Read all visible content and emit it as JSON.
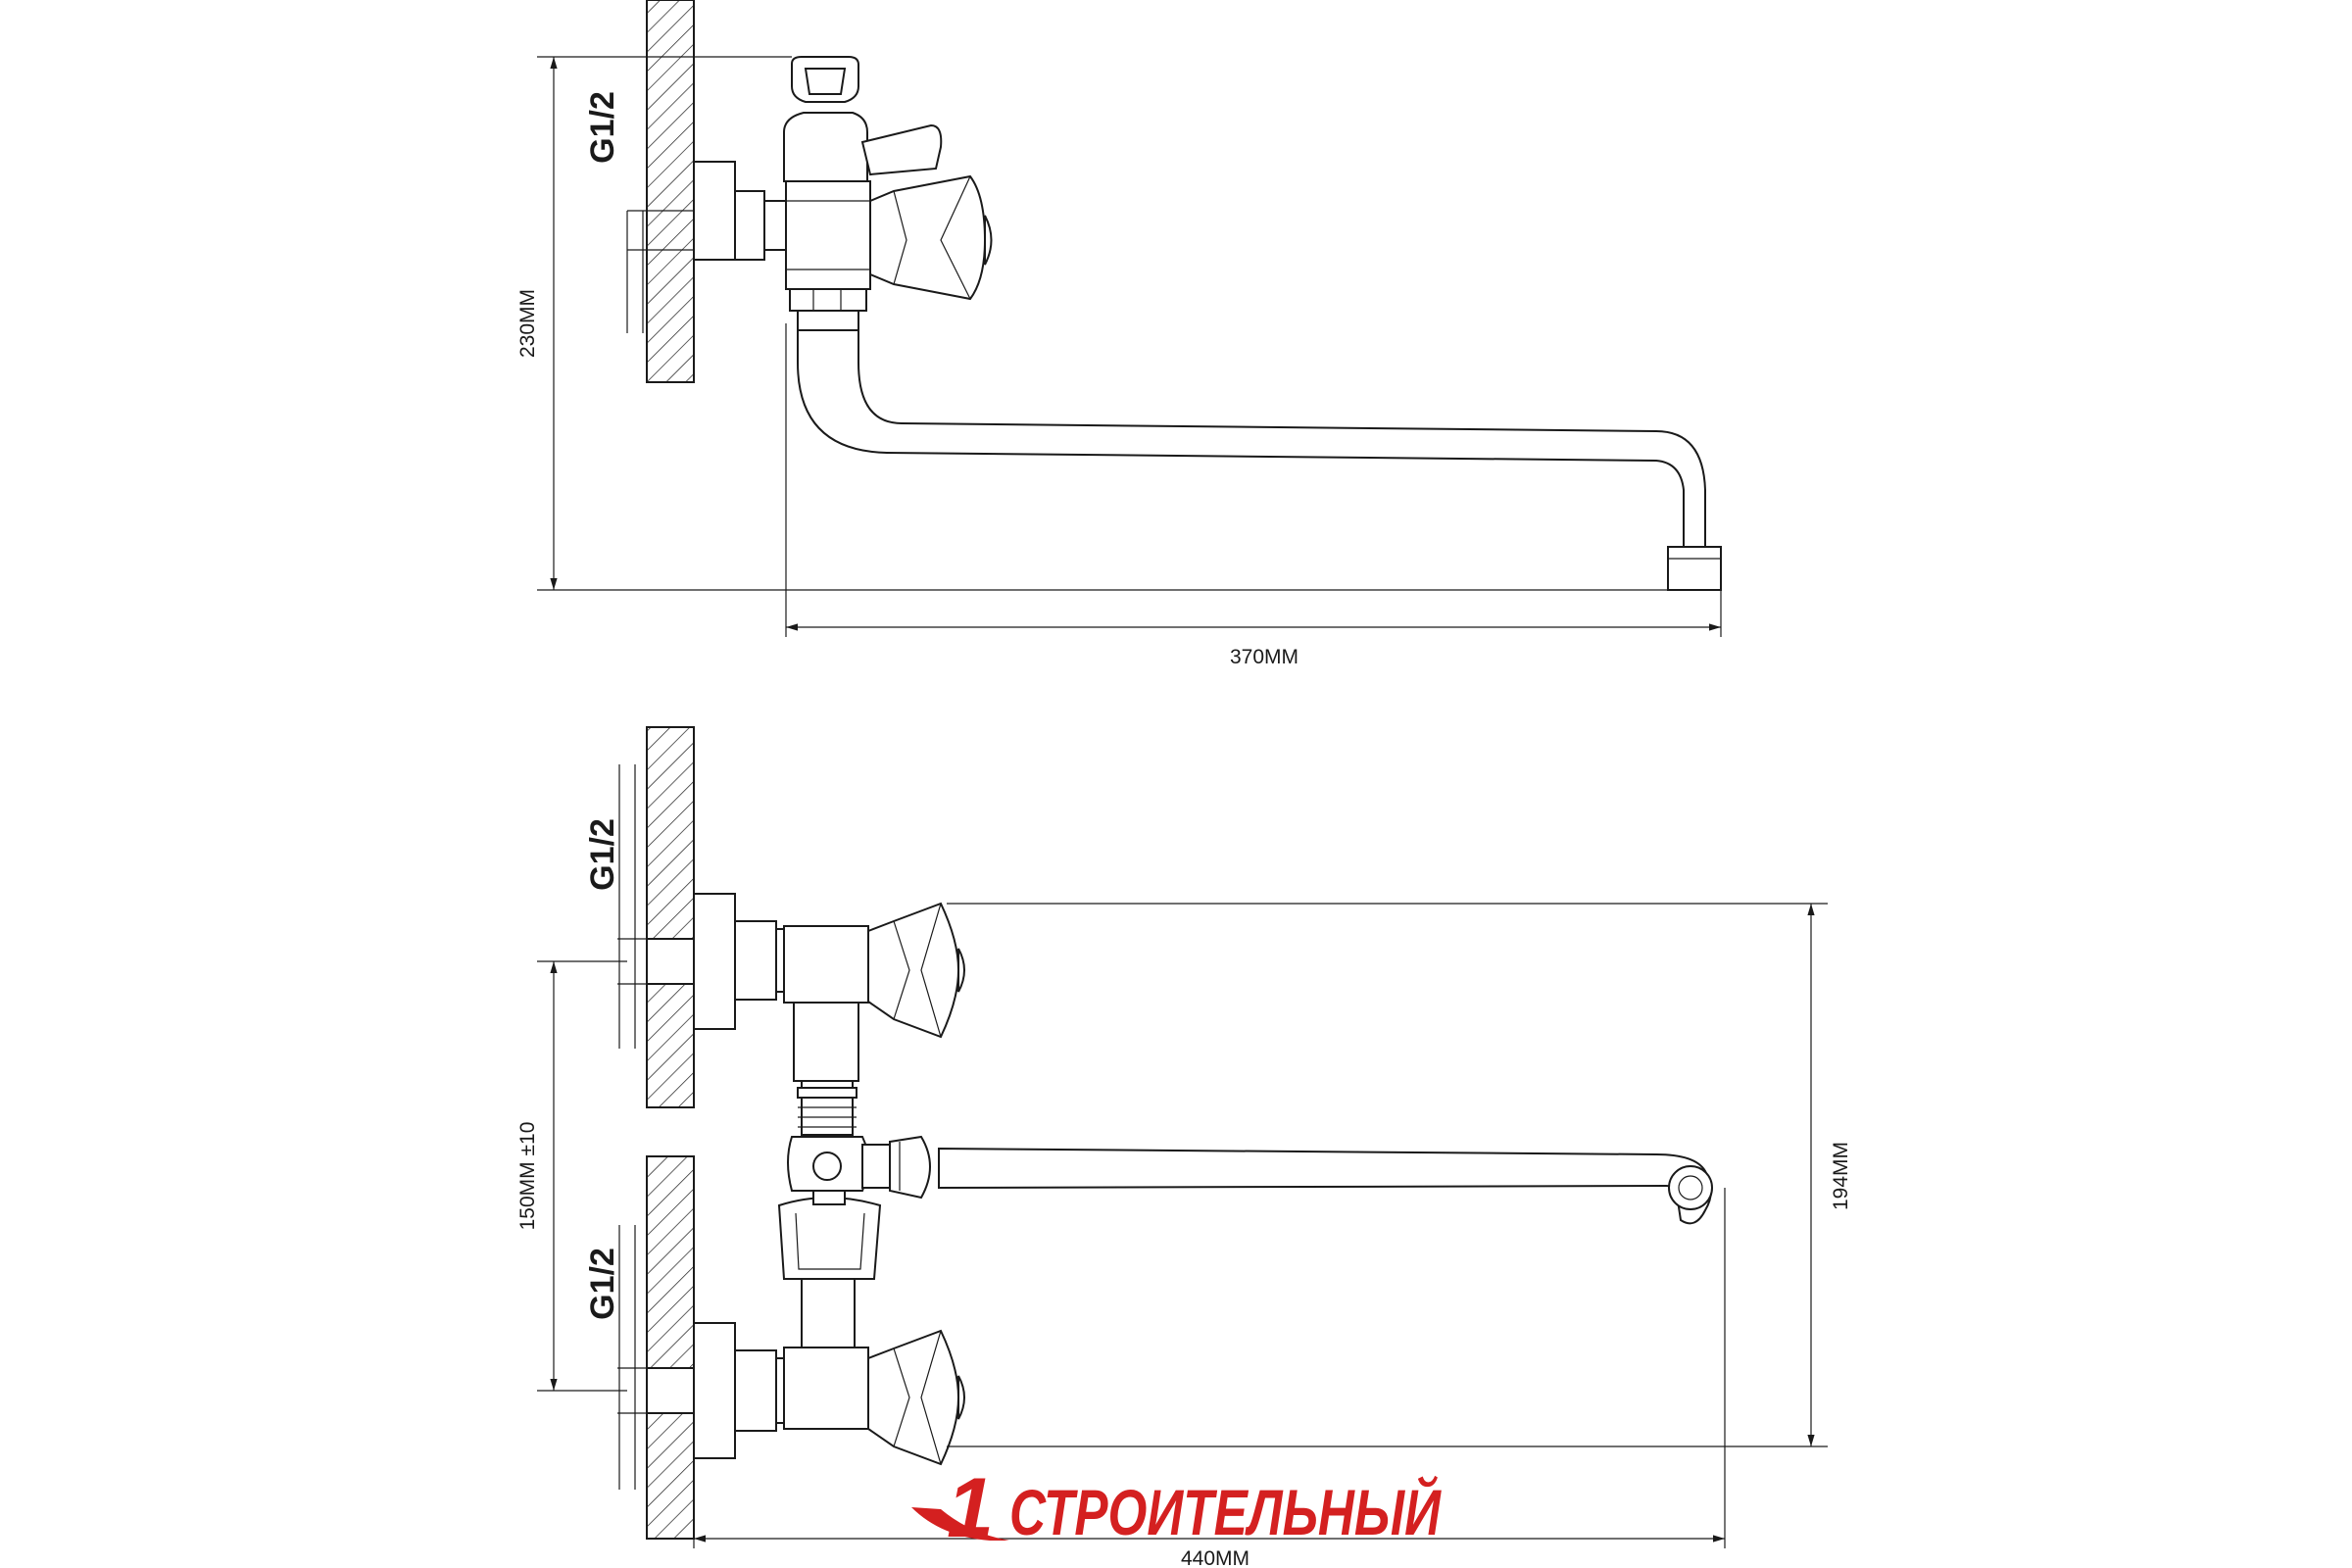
{
  "side_view": {
    "thread_label": "G1/2",
    "height_label": "230MM",
    "length_label": "370MM"
  },
  "top_view": {
    "thread_upper_label": "G1/2",
    "thread_lower_label": "G1/2",
    "spacing_label": "150MM ±10",
    "depth_label": "194MM",
    "length_label": "440MM"
  },
  "logo": {
    "numeral": "1",
    "text": "СТРОИТЕЛЬНЫЙ",
    "color": "#d42020"
  },
  "colors": {
    "line": "#1a1a1a",
    "background": "#ffffff"
  }
}
